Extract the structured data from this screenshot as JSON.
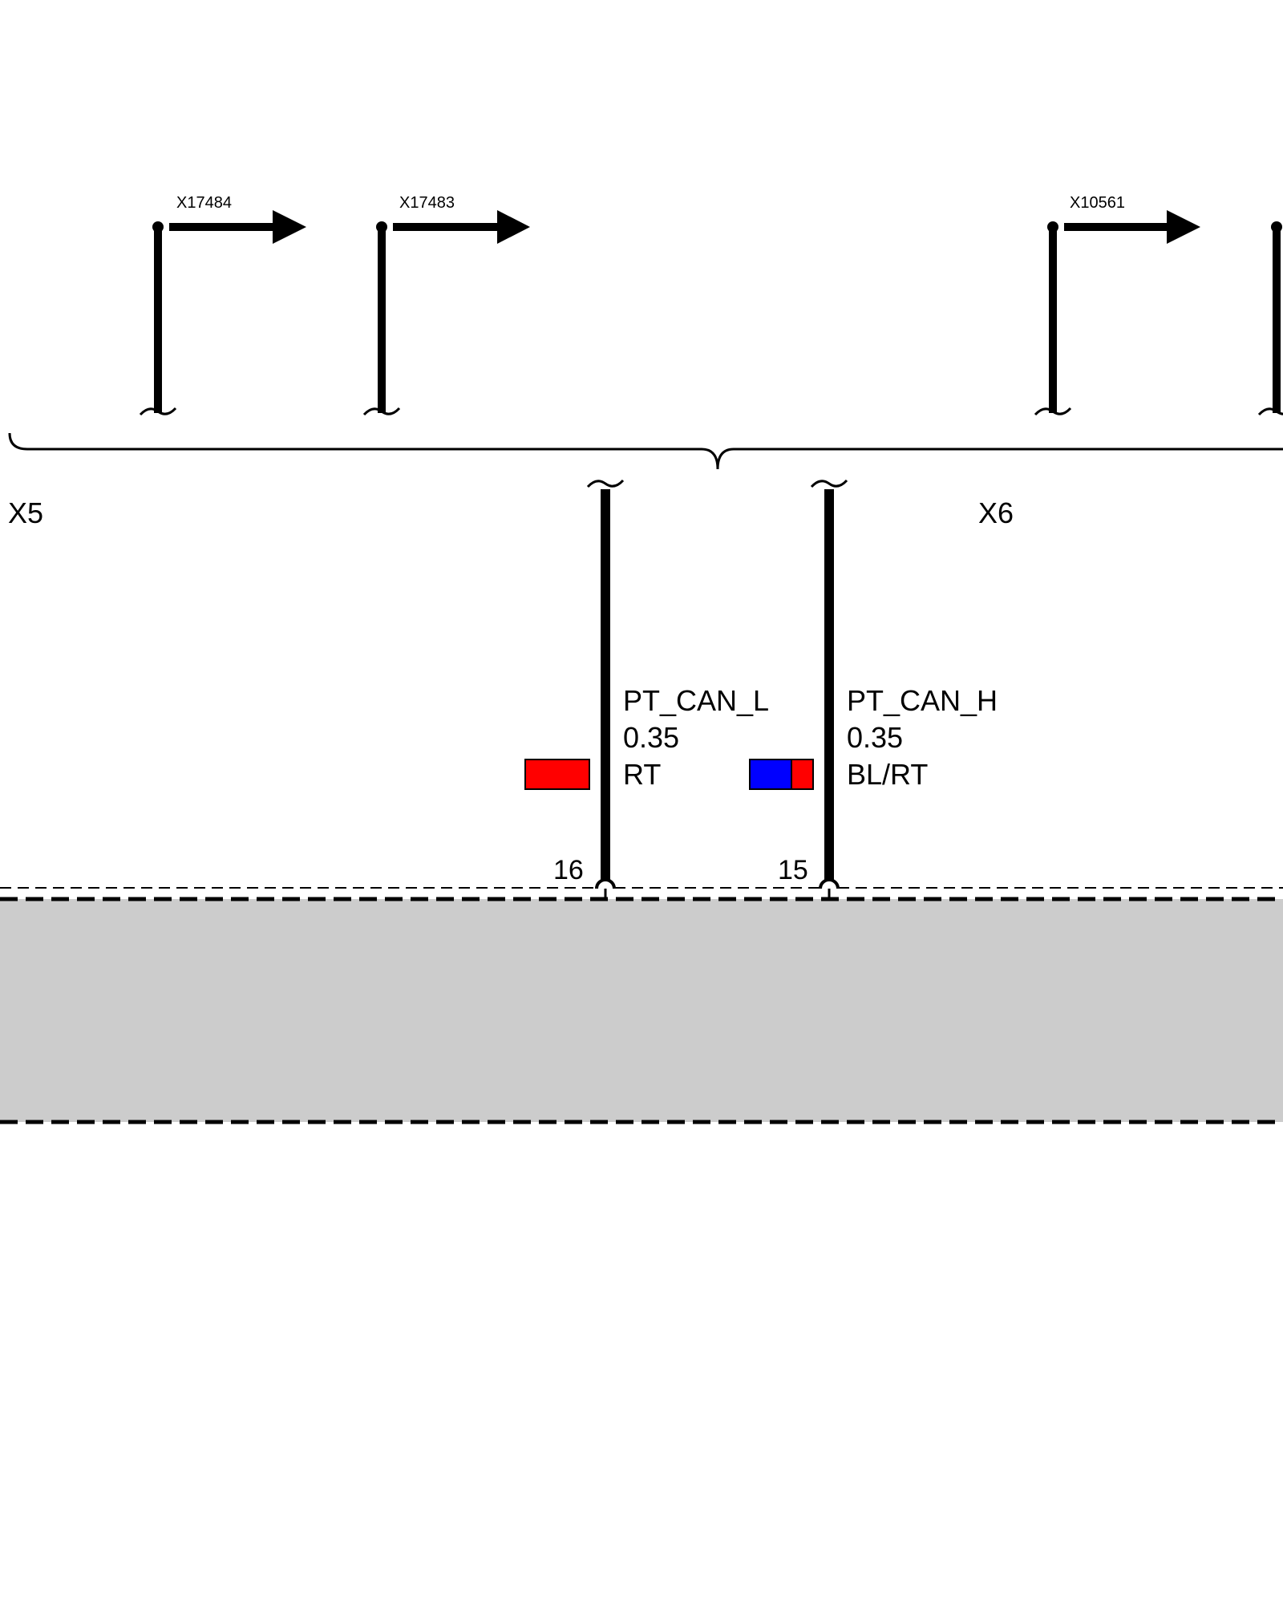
{
  "references": [
    {
      "label": "X17484"
    },
    {
      "label": "X17483"
    },
    {
      "label": "X10561"
    },
    {
      "label": ""
    }
  ],
  "connectors": {
    "left": "X5",
    "right": "X6"
  },
  "wires": [
    {
      "signal": "PT_CAN_L",
      "gauge": "0.35",
      "color_code": "RT",
      "pin": "16",
      "swatch_colors": [
        "#ff0000"
      ]
    },
    {
      "signal": "PT_CAN_H",
      "gauge": "0.35",
      "color_code": "BL/RT",
      "pin": "15",
      "swatch_colors": [
        "#0000ff",
        "#ff0000"
      ]
    }
  ],
  "colors": {
    "line": "#000000",
    "module_fill": "#cccccc"
  }
}
